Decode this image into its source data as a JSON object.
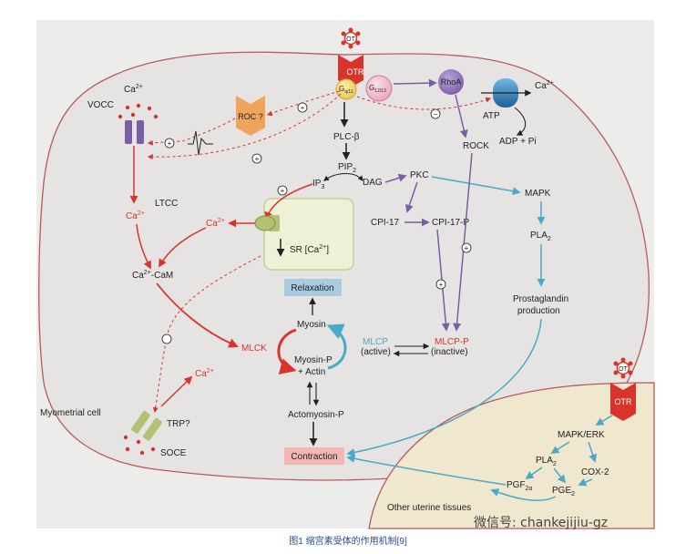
{
  "labels": {
    "ot_top": "OT",
    "ot_right": "OT",
    "otr_top": "OTR",
    "otr_right": "OTR",
    "gq11": "G",
    "gq11_sub": "q/11",
    "g1213": "G",
    "g1213_sub": "12/13",
    "rhoa": "RhoA",
    "ca_top_right": "Ca",
    "atp": "ATP",
    "adp_pi": "ADP + Pi",
    "rock": "ROCK",
    "ca_vocc": "Ca",
    "vocc": "VOCC",
    "roc": "ROC ?",
    "plc": "PLC-β",
    "pip2": "PIP",
    "pip2_sub": "2",
    "ip3": "IP",
    "ip3_sub": "3",
    "dag": "DAG",
    "pkc": "PKC",
    "ltcc": "LTCC",
    "ca_ltcc": "Ca",
    "ca_sr": "Ca",
    "mapk": "MAPK",
    "cpi17": "CPI-17",
    "cpi17p": "CPI-17-P",
    "sr_ca": "SR [Ca",
    "pla2": "PLA",
    "pla2_sub": "2",
    "ca_cam": "Ca",
    "ca_cam_suffix": "-CaM",
    "relaxation": "Relaxation",
    "prostaglandin": "Prostaglandin",
    "production": "production",
    "myosin": "Myosin",
    "mlcp": "MLCP",
    "mlcp_active": "(active)",
    "mlcpp": "MLCP-P",
    "mlcpp_inactive": "(inactive)",
    "mlck": "MLCK",
    "myosin_p": "Myosin-P",
    "plus_actin": "+ Actin",
    "ca_soce": "Ca",
    "actomyosin": "Actomyosin-P",
    "myometrial_cell": "Myometrial cell",
    "trp": "TRP?",
    "mapk_erk": "MAPK/ERK",
    "soce": "SOCE",
    "contraction": "Contraction",
    "pla2_r": "PLA",
    "pla2_r_sub": "2",
    "cox2": "COX-2",
    "pgf2a": "PGF",
    "pgf2a_sub": "2α",
    "pge2": "PGE",
    "pge2_sub": "2",
    "other_tissues": "Other uterine tissues",
    "plus": "+",
    "minus": "−",
    "sup_2plus": "2+"
  },
  "caption": "图1  缩宫素受体的作用机制[9]",
  "watermark": "微信号: chankejijiu-gz",
  "colors": {
    "background_panel": "#ececeb",
    "cell": "#e6e4e3",
    "cell_stroke": "#b85a5c",
    "tissue": "#efe7ce",
    "red": "#d9342b",
    "purple": "#7b5da6",
    "blue": "#4aa8c9",
    "otr": "#d9342b",
    "roc": "#f0a35a",
    "relaxation_box": "#a9cbe0",
    "contraction_box": "#f2b7b3",
    "sr_box": "#eef1d6",
    "caption": "#2a4d9b"
  }
}
